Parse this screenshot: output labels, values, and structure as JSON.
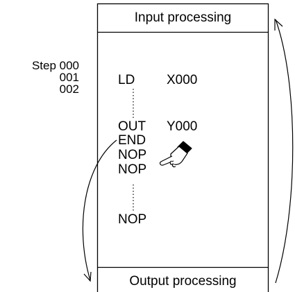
{
  "header_box": {
    "label": "Input processing"
  },
  "footer_box": {
    "label": "Output processing"
  },
  "steps": {
    "first": "Step 000",
    "second": "001",
    "third": "002"
  },
  "program": {
    "ld": {
      "instruction": "LD",
      "operand": "X000"
    },
    "out": {
      "instruction": "OUT",
      "operand": "Y000"
    },
    "end": "END",
    "nop1": "NOP",
    "nop2": "NOP",
    "nop_last": "NOP"
  },
  "icons": {
    "pointer": "pointing-hand-icon"
  }
}
